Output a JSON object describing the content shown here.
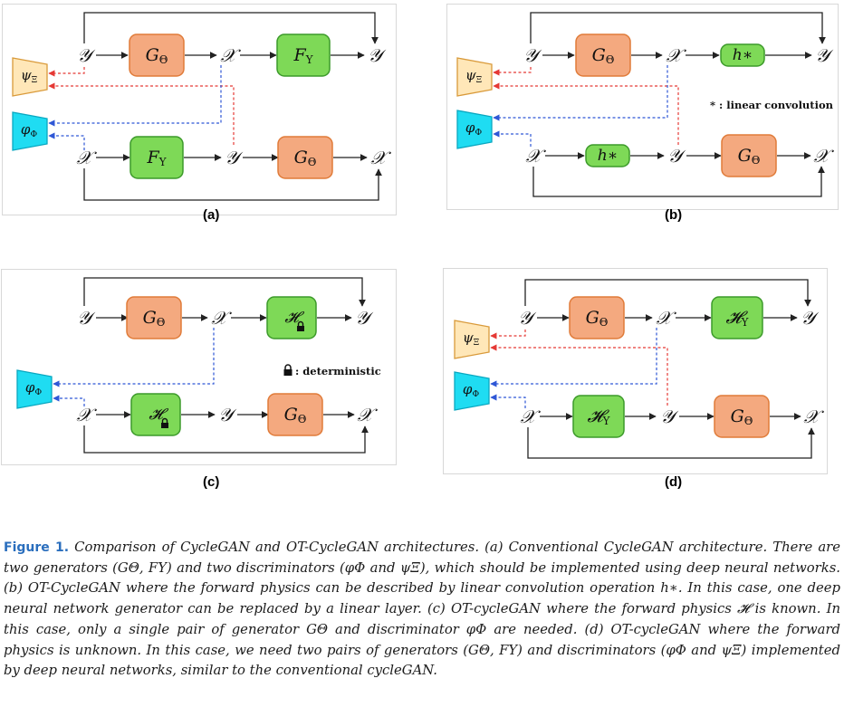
{
  "panels": {
    "a": {
      "label": "(a)"
    },
    "b": {
      "label": "(b)",
      "note": "* : linear convolution"
    },
    "c": {
      "label": "(c)",
      "note": ": deterministic"
    },
    "d": {
      "label": "(d)"
    }
  },
  "symbols": {
    "y": "𝒴",
    "x": "𝒳",
    "G": "G",
    "G_sub": "Θ",
    "F": "F",
    "F_sub": "Υ",
    "H": "𝓗",
    "H_sub": "Υ",
    "h": "h∗",
    "psi": "ψ",
    "psi_sub": "Ξ",
    "phi": "φ",
    "phi_sub": "Φ"
  },
  "caption": {
    "figure_label": "Figure 1.",
    "text": "Comparison of CycleGAN and OT-CycleGAN architectures. (a) Conventional CycleGAN architecture. There are two generators (GΘ, FΥ) and two discriminators (φΦ and ψΞ), which should be implemented using deep neural networks. (b) OT-CycleGAN where the forward physics can be described by linear convolution operation h∗. In this case, one deep neural network generator can be replaced by a linear layer. (c) OT-cycleGAN where the forward physics 𝓗 is known. In this case, only a single pair of generator GΘ and discriminator φΦ are needed. (d) OT-cycleGAN where the forward physics is unknown. In this case, we need two pairs of generators (GΘ, FΥ) and discriminators (φΦ and ψΞ) implemented by deep neural networks, similar to the conventional cycleGAN."
  },
  "colors": {
    "orange_fill": "#f4a97f",
    "orange_stroke": "#e07b39",
    "green_fill": "#7ed957",
    "green_stroke": "#3c9a2a",
    "cream_fill": "#ffe7b8",
    "cream_stroke": "#d99a3a",
    "cyan_fill": "#1fdcf2",
    "cyan_stroke": "#0aa7c0",
    "red_dash": "#e53935",
    "blue_dash": "#2f57d6",
    "caption_label": "#2a6ebd"
  }
}
